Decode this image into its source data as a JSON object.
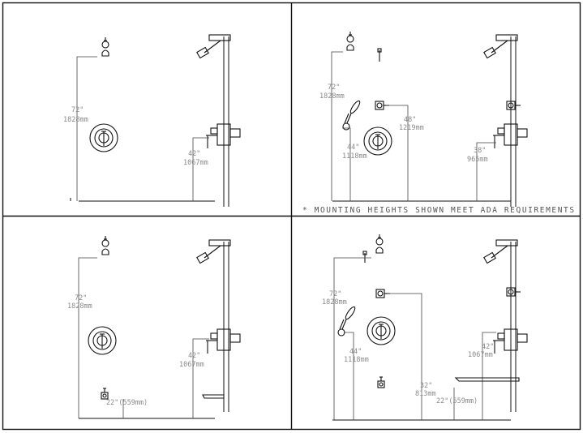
{
  "panels": {
    "top_left": {
      "height_72": "72\"",
      "mm_1828": "1828mm",
      "height_42": "42\"",
      "mm_1067": "1067mm"
    },
    "top_right": {
      "height_72": "72\"",
      "mm_1828": "1828mm",
      "height_48": "48\"",
      "mm_1219": "1219mm",
      "height_44": "44\"",
      "mm_1118": "1118mm",
      "height_38": "38\"",
      "mm_965": "965mm",
      "note": "* MOUNTING HEIGHTS SHOWN MEET ADA REQUIREMENTS"
    },
    "bottom_left": {
      "height_72": "72\"",
      "mm_1828": "1828mm",
      "height_42": "42\"",
      "mm_1067": "1067mm",
      "height_22": "22\"(559mm)"
    },
    "bottom_right": {
      "height_72": "72\"",
      "mm_1828": "1828mm",
      "height_44": "44\"",
      "mm_1118": "1118mm",
      "height_42": "42\"",
      "mm_1067": "1067mm",
      "height_32": "32\"",
      "mm_813": "813mm",
      "height_22": "22\"(559mm)"
    }
  }
}
